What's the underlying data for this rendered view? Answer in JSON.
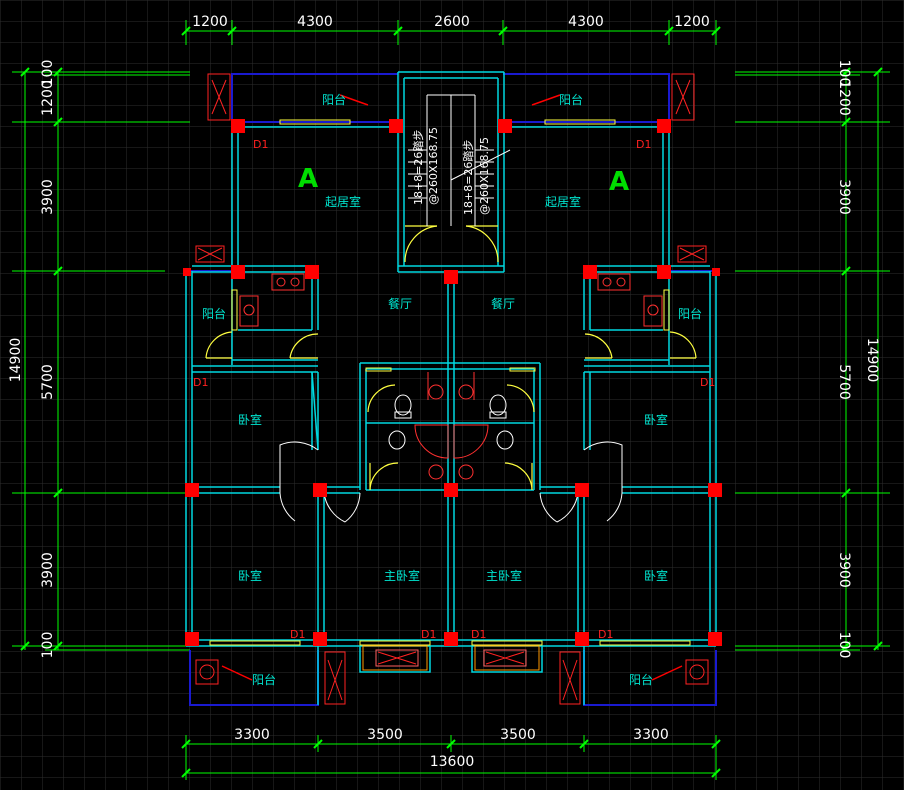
{
  "colors": {
    "background": "#000000",
    "grid": "#3a3a3a",
    "dimension": "#00ff00",
    "wall": "#00d8e0",
    "column": "#ff0000",
    "window": "#ffff00",
    "balcony_rail": "#1010c0",
    "label": "#00e5d0",
    "axis_tag": "#00dd00",
    "stair": "#ffffff",
    "door": "#ffff00"
  },
  "top_dims": [
    "1200",
    "4300",
    "2600",
    "4300",
    "1200"
  ],
  "bottom_dims": [
    "3300",
    "3500",
    "3500",
    "3300"
  ],
  "bottom_total": "13600",
  "left_dims": [
    "100",
    "1200",
    "3900",
    "5700",
    "3900",
    "100"
  ],
  "left_total": "14900",
  "right_dims": [
    "100",
    "1200",
    "3900",
    "5700",
    "3900",
    "100"
  ],
  "right_total": "14900",
  "unit_tags": [
    "A",
    "A"
  ],
  "rooms": {
    "balcony": "阳台",
    "living": "起居室",
    "dining": "餐厅",
    "bedroom": "卧室",
    "master_bedroom": "主卧室"
  },
  "window_tag": "D1",
  "stair_notes": [
    "18+8=26踏步",
    "@260X168.75",
    "18+8=26踏步",
    "@260X168.75"
  ]
}
